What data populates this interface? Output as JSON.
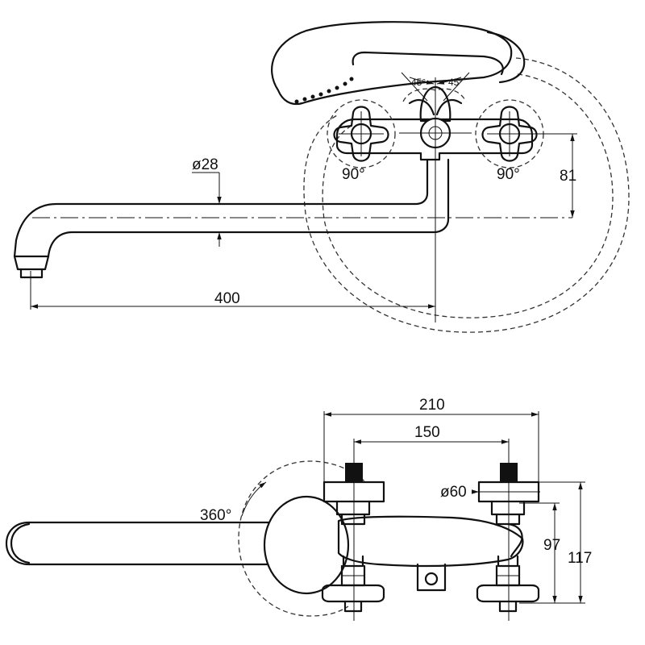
{
  "top_view": {
    "dim_diameter_spout": "ø28",
    "dim_spout_length": "400",
    "dim_height": "81",
    "angle_left_handle": "90°",
    "angle_right_handle": "90°",
    "angle_diverter_left": "45°",
    "angle_diverter_right": "45°"
  },
  "front_view": {
    "dim_total_width": "210",
    "dim_center_distance": "150",
    "dim_diameter_body": "ø60",
    "dim_rotation": "360°",
    "dim_height_97": "97",
    "dim_height_117": "117"
  }
}
